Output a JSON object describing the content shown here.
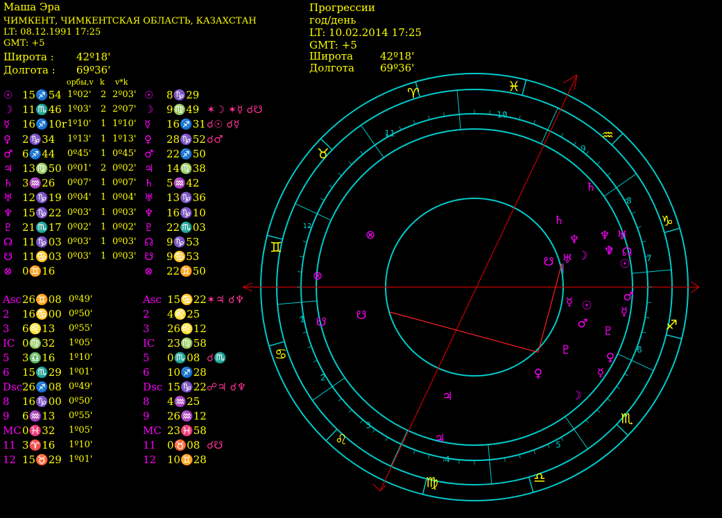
{
  "natal_header": {
    "name": "Маша Эра",
    "place": "ЧИМКЕНТ, ЧИМКЕНТСКАЯ ОБЛАСТЬ, КАЗАХСТАН",
    "lt": "LT: 08.12.1991  17:25",
    "gmt": "GMT: +5",
    "lat_label": "Широта :",
    "lat_value": "42º18'",
    "lon_label": "Долгота :",
    "lon_value": "69º36'"
  },
  "progression_header": {
    "title": "Прогрессии",
    "rate": "год/день",
    "lt": "LT: 10.02.2014  17:25",
    "gmt": "GMT: +5",
    "lat_label": "Широта",
    "lat_value": "42º18'",
    "lon_label": "Долгота",
    "lon_value": "69º36'"
  },
  "orb_headers": {
    "orbs": "орбы,v",
    "k": "k",
    "vk": "v*k"
  },
  "natal_planets": [
    {
      "glyph": "☉",
      "pos": "15♐54",
      "orb": "1º02'",
      "k": "2",
      "vk": "2º03'"
    },
    {
      "glyph": "☽",
      "pos": "11♏46",
      "orb": "1º03'",
      "k": "2",
      "vk": "2º07'"
    },
    {
      "glyph": "☿",
      "pos": "16♐10r",
      "orb": "1º10'",
      "k": "1",
      "vk": "1º10'"
    },
    {
      "glyph": "♀",
      "pos": "2♑34",
      "orb": "1º13'",
      "k": "1",
      "vk": "1º13'"
    },
    {
      "glyph": "♂",
      "pos": "6♐44",
      "orb": "0º45'",
      "k": "1",
      "vk": "0º45'"
    },
    {
      "glyph": "♃",
      "pos": "13♍50",
      "orb": "0º01'",
      "k": "2",
      "vk": "0º02'"
    },
    {
      "glyph": "♄",
      "pos": "3♒26",
      "orb": "0º07'",
      "k": "1",
      "vk": "0º07'"
    },
    {
      "glyph": "♅",
      "pos": "12♑19",
      "orb": "0º04'",
      "k": "1",
      "vk": "0º04'"
    },
    {
      "glyph": "♆",
      "pos": "15♑22",
      "orb": "0º03'",
      "k": "1",
      "vk": "0º03'"
    },
    {
      "glyph": "♇",
      "pos": "21♏17",
      "orb": "0º02'",
      "k": "1",
      "vk": "0º02'"
    },
    {
      "glyph": "☊",
      "pos": "11♑03",
      "orb": "0º03'",
      "k": "1",
      "vk": "0º03'"
    },
    {
      "glyph": "☋",
      "pos": "11♋03",
      "orb": "0º03'",
      "k": "1",
      "vk": "0º03'"
    },
    {
      "glyph": "⊗",
      "pos": "0♊16",
      "orb": "",
      "k": "",
      "vk": ""
    }
  ],
  "prog_planets": [
    {
      "glyph": "☉",
      "pos": "8♑29",
      "aspects": ""
    },
    {
      "glyph": "☽",
      "pos": "9♍49",
      "aspects": "✶☽ ✶☿ ☌☋"
    },
    {
      "glyph": "☿",
      "pos": "16♐31",
      "aspects": "☌☉ ☌☿"
    },
    {
      "glyph": "♀",
      "pos": "28♑52",
      "aspects": "☌♂"
    },
    {
      "glyph": "♂",
      "pos": "22♐50",
      "aspects": ""
    },
    {
      "glyph": "♃",
      "pos": "14♍38",
      "aspects": ""
    },
    {
      "glyph": "♄",
      "pos": "5♒42",
      "aspects": ""
    },
    {
      "glyph": "♅",
      "pos": "13♑36",
      "aspects": ""
    },
    {
      "glyph": "♆",
      "pos": "16♑10",
      "aspects": ""
    },
    {
      "glyph": "♇",
      "pos": "22♏03",
      "aspects": ""
    },
    {
      "glyph": "☊",
      "pos": "9♑53",
      "aspects": ""
    },
    {
      "glyph": "☋",
      "pos": "9♋53",
      "aspects": ""
    },
    {
      "glyph": "⊗",
      "pos": "22♊50",
      "aspects": ""
    }
  ],
  "natal_houses": [
    {
      "label": "Asc",
      "pos": "26♊08",
      "orb": "0º49'"
    },
    {
      "label": "2",
      "pos": "16♋00",
      "orb": "0º50'"
    },
    {
      "label": "3",
      "pos": "6♌13",
      "orb": "0º55'"
    },
    {
      "label": "IC",
      "pos": "0♍32",
      "orb": "1º05'"
    },
    {
      "label": "5",
      "pos": "3♎16",
      "orb": "1º10'"
    },
    {
      "label": "6",
      "pos": "15♏29",
      "orb": "1º01'"
    },
    {
      "label": "Dsc",
      "pos": "26♐08",
      "orb": "0º49'"
    },
    {
      "label": "8",
      "pos": "16♑00",
      "orb": "0º50'"
    },
    {
      "label": "9",
      "pos": "6♒13",
      "orb": "0º55'"
    },
    {
      "label": "MC",
      "pos": "0♓32",
      "orb": "1º05'"
    },
    {
      "label": "11",
      "pos": "3♈16",
      "orb": "1º10'"
    },
    {
      "label": "12",
      "pos": "15♉29",
      "orb": "1º01'"
    }
  ],
  "prog_houses": [
    {
      "label": "Asc",
      "pos": "15♋22",
      "aspects": "✶♃ ☌♆"
    },
    {
      "label": "2",
      "pos": "4♌25",
      "aspects": ""
    },
    {
      "label": "3",
      "pos": "26♌12",
      "aspects": ""
    },
    {
      "label": "IC",
      "pos": "23♍58",
      "aspects": ""
    },
    {
      "label": "5",
      "pos": "0♏08",
      "aspects": "☌♏"
    },
    {
      "label": "6",
      "pos": "10♐28",
      "aspects": ""
    },
    {
      "label": "Dsc",
      "pos": "15♑22",
      "aspects": "☍♃ ☌♆"
    },
    {
      "label": "8",
      "pos": "4♒25",
      "aspects": ""
    },
    {
      "label": "9",
      "pos": "26♒12",
      "aspects": ""
    },
    {
      "label": "MC",
      "pos": "23♓58",
      "aspects": ""
    },
    {
      "label": "11",
      "pos": "0♉08",
      "aspects": "☌☋"
    },
    {
      "label": "12",
      "pos": "10♊28",
      "aspects": ""
    }
  ],
  "wheel": {
    "signs": [
      "♈",
      "♉",
      "♊",
      "♋",
      "♌",
      "♍",
      "♎",
      "♏",
      "♐",
      "♑",
      "♒",
      "♓"
    ],
    "outer_house_numbers": [
      "1",
      "2",
      "3",
      "4",
      "5",
      "6",
      "7",
      "8",
      "9",
      "10",
      "11",
      "12"
    ],
    "outer_planets": [
      "♄",
      "♆",
      "♅",
      "♆",
      "☊",
      "☉",
      "☽",
      "♂",
      "☿",
      "♇",
      "♀",
      "☿",
      "☽"
    ],
    "inner_planets": [
      "♄",
      "♆",
      "♅",
      "☽",
      "☋",
      "☿",
      "☉",
      "♂",
      "♇",
      "♀",
      "♃",
      "♃",
      "⊗",
      "⊗",
      "☋"
    ]
  },
  "colors": {
    "background": "#000000",
    "text_yellow": "#ffff00",
    "planet_magenta": "#ff00ff",
    "ring_cyan": "#00cccc",
    "house_number_cyan": "#00cccc",
    "axis_red": "#cc0000",
    "aspect_red": "#ff2222",
    "aspect_blue": "#3366ff"
  }
}
